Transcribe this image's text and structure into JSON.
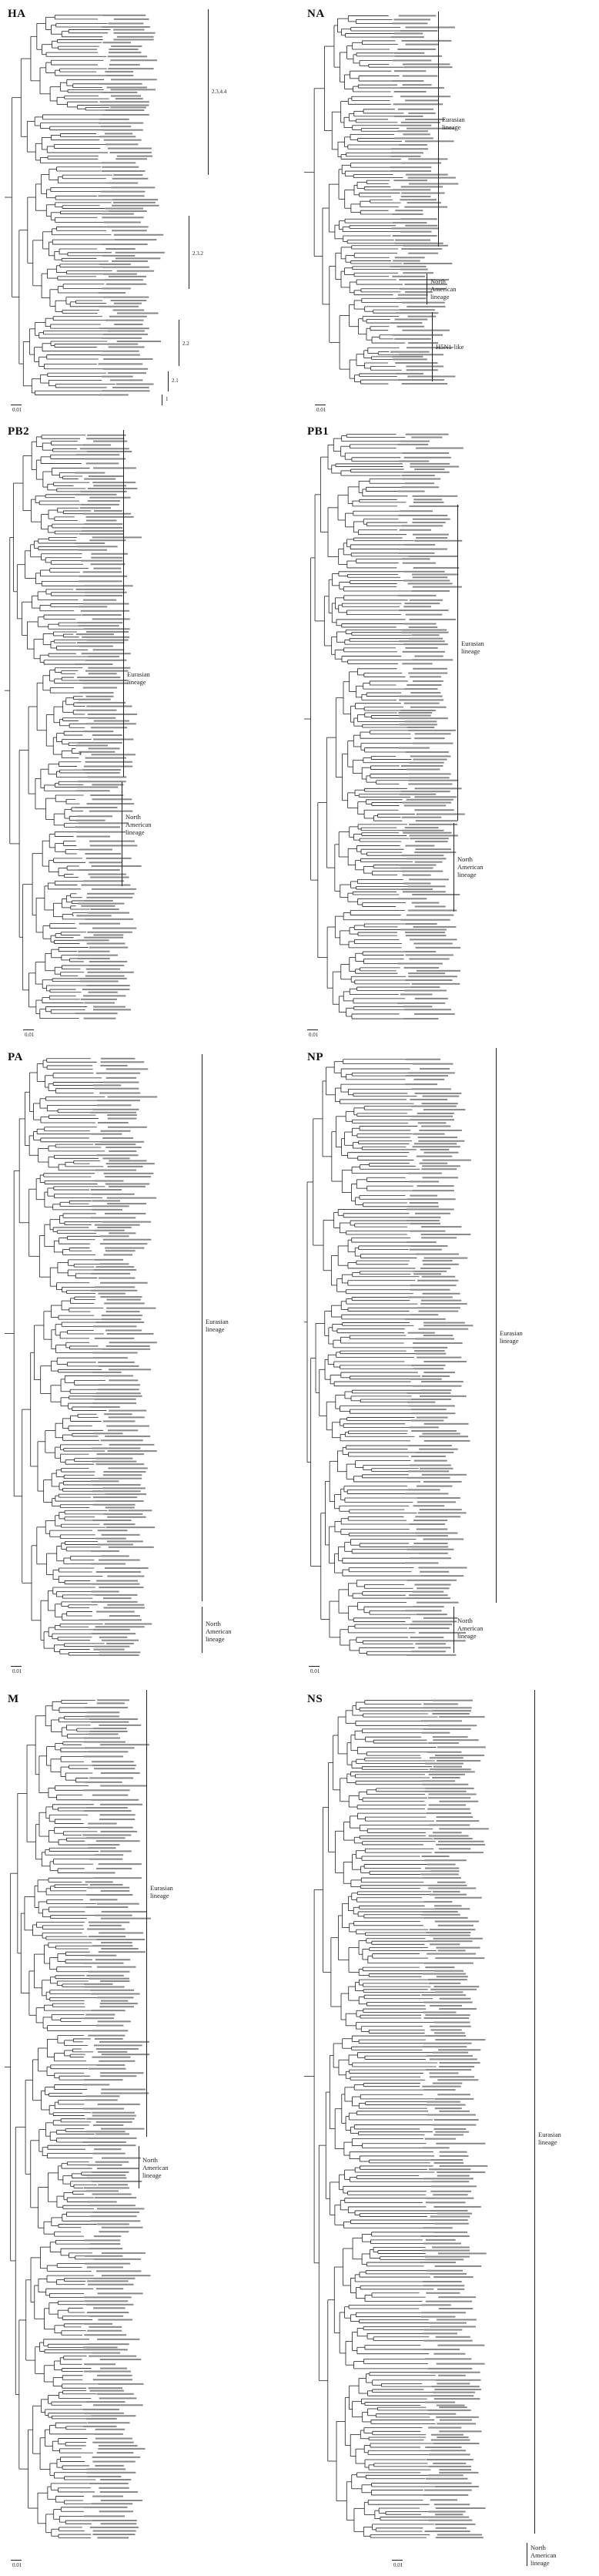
{
  "panels": [
    {
      "id": "HA",
      "label": "HA",
      "scale": "0.01",
      "lineages": [],
      "subclades": [
        "2.3.4.4",
        "2.3.2",
        "2.2",
        "2.1",
        "1"
      ]
    },
    {
      "id": "NA",
      "label": "NA",
      "scale": "0.01",
      "lineages": [
        "Eurasian\nlineage",
        "North\nAmerican\nlineage",
        "H5N1-like"
      ],
      "subclades": []
    },
    {
      "id": "PB2",
      "label": "PB2",
      "scale": "0.01",
      "lineages": [
        "Eurasian\nlineage",
        "North\nAmerican\nlineage"
      ],
      "subclades": []
    },
    {
      "id": "PB1",
      "label": "PB1",
      "scale": "0.01",
      "lineages": [
        "Eurasian\nlineage",
        "North\nAmerican\nlineage"
      ],
      "subclades": []
    },
    {
      "id": "PA",
      "label": "PA",
      "scale": "0.01",
      "lineages": [
        "Eurasian\nlineage",
        "North\nAmerican\nlineage"
      ],
      "subclades": []
    },
    {
      "id": "NP",
      "label": "NP",
      "scale": "0.01",
      "lineages": [
        "Eurasian\nlineage",
        "North\nAmerican\nlineage"
      ],
      "subclades": []
    },
    {
      "id": "M",
      "label": "M",
      "scale": "0.01",
      "lineages": [
        "Eurasian\nlineage",
        "North\nAmerican\nlineage"
      ],
      "subclades": []
    },
    {
      "id": "NS",
      "label": "NS",
      "scale": "0.01",
      "lineages": [
        "Eurasian\nlineage",
        "North\nAmerican\nlineage"
      ],
      "subclades": []
    }
  ],
  "colors": {
    "line": "#222222",
    "text": "#333333",
    "background": "#ffffff"
  }
}
